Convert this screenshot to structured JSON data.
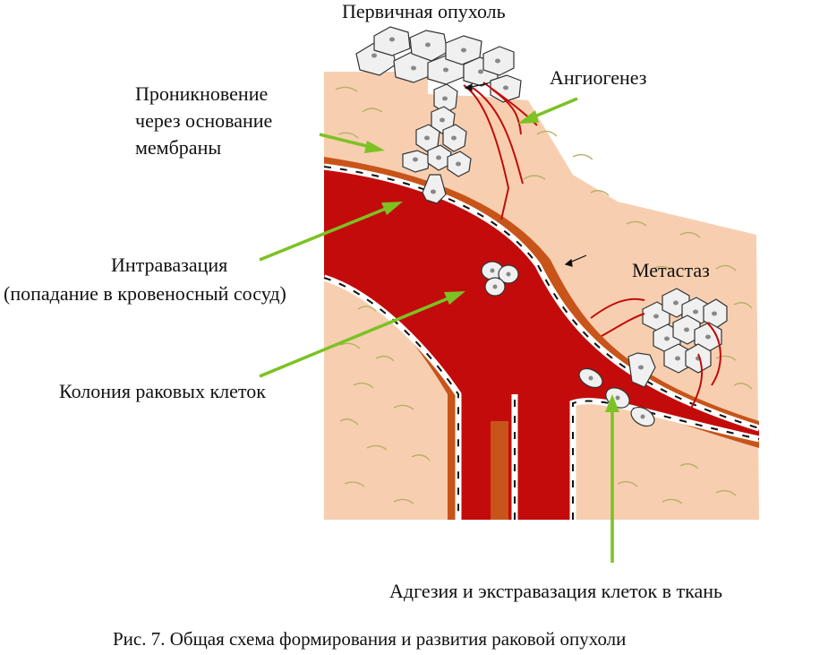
{
  "labels": {
    "primary_tumor": "Первичная опухоль",
    "angiogenesis": "Ангиогенез",
    "invasion_line1": "Проникновение",
    "invasion_line2": "через основание",
    "invasion_line3": "мембраны",
    "intravasation_line1": "Интравазация",
    "intravasation_line2": "(попадание в кровеносный сосуд)",
    "metastasis": "Метастаз",
    "colony": "Колония раковых клеток",
    "extravasation": "Адгезия и экстравазация клеток в ткань"
  },
  "caption": "Рис. 7. Общая схема формирования и развития раковой опухоли",
  "colors": {
    "tissue": "#f7cfb0",
    "blood": "#c30b0b",
    "vessel_wall": "#c8541a",
    "arrow": "#7cc223",
    "cell": "#f0f0f0"
  }
}
